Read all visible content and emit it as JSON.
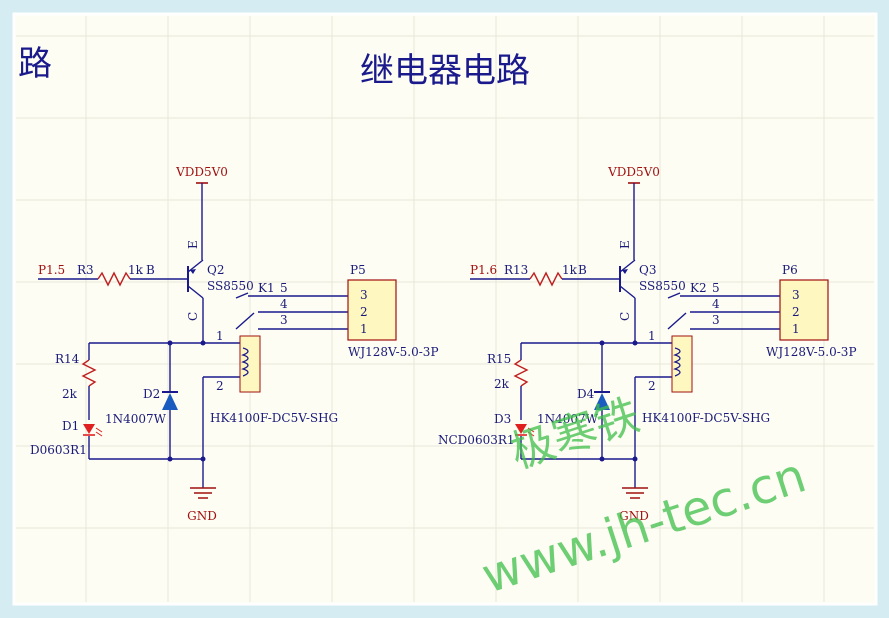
{
  "title": "继电器电路",
  "corner_title": "路",
  "circuits": [
    {
      "net_in": "P1.5",
      "res_base": "R3",
      "res_base_val": "1k",
      "base_pin": "B",
      "transistor": "Q2",
      "transistor_part": "SS8550",
      "pin_e": "E",
      "pin_c": "C",
      "vdd": "VDD5V0",
      "relay_ref": "K1",
      "relay_pins": [
        "5",
        "4",
        "3",
        "1",
        "2"
      ],
      "relay_part": "HK4100F-DC5V-SHG",
      "conn_ref": "P5",
      "conn_pins": [
        "3",
        "2",
        "1"
      ],
      "conn_part": "WJ128V-5.0-3P",
      "res_led": "R14",
      "res_led_val": "2k",
      "led": "D1",
      "led_part": "D0603R1",
      "diode": "D2",
      "diode_part": "1N4007W",
      "gnd": "GND"
    },
    {
      "net_in": "P1.6",
      "res_base": "R13",
      "res_base_val": "1k",
      "base_pin": "B",
      "transistor": "Q3",
      "transistor_part": "SS8550",
      "pin_e": "E",
      "pin_c": "C",
      "vdd": "VDD5V0",
      "relay_ref": "K2",
      "relay_pins": [
        "5",
        "4",
        "3",
        "1",
        "2"
      ],
      "relay_part": "HK4100F-DC5V-SHG",
      "conn_ref": "P6",
      "conn_pins": [
        "3",
        "2",
        "1"
      ],
      "conn_part": "WJ128V-5.0-3P",
      "res_led": "R15",
      "res_led_val": "2k",
      "led": "D3",
      "led_part": "NCD0603R1",
      "diode": "D4",
      "diode_part": "1N4007W",
      "gnd": "GND"
    }
  ],
  "watermark": {
    "cn": "极寒铁",
    "url": "www.jh-tec.cn"
  },
  "colors": {
    "wire": "#1a1a8c",
    "net_label": "#a01010",
    "connector_fill": "#fff7c0",
    "connector_stroke": "#a01010",
    "watermark": "#3fbf4a",
    "led": "#e02020",
    "sheet": "#fdfdf3",
    "grid": "#e6e6d8"
  }
}
